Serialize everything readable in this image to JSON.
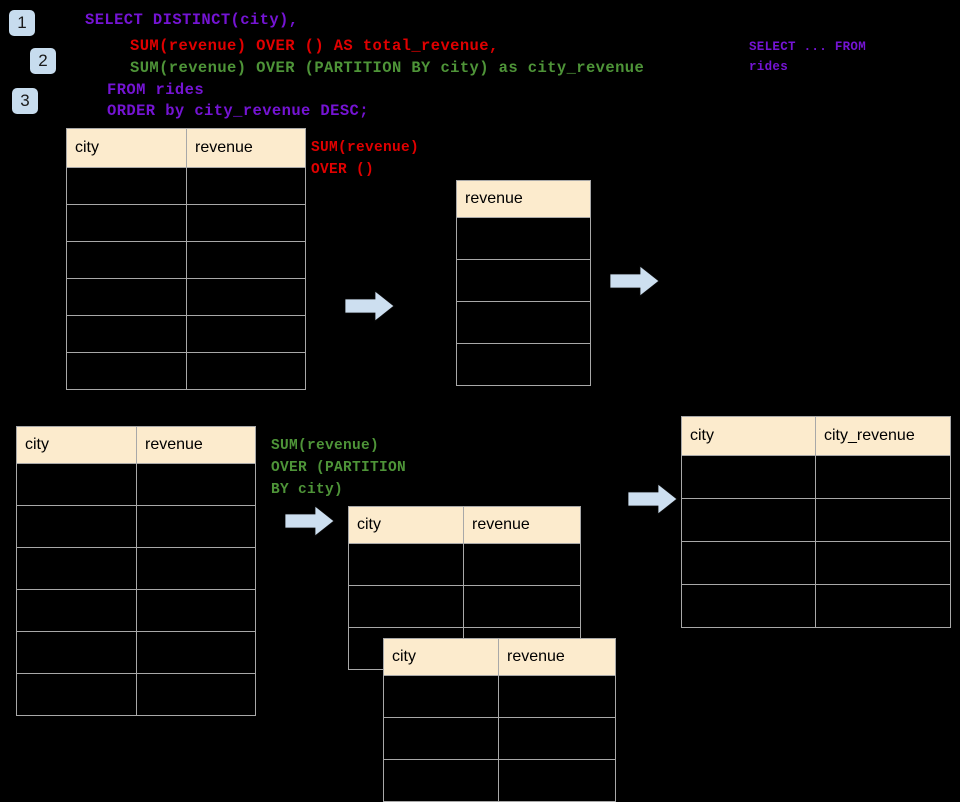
{
  "background_color": "#000000",
  "theme": {
    "header_fill": "#fcebcd",
    "cell_fill": "#000000",
    "grid_line": "#a8a8a8",
    "badge_fill": "#c7dcee",
    "arrow_fill": "#cddff0",
    "arrow_stroke": "#000000",
    "code_purple": "#7514d4",
    "code_red": "#e00000",
    "code_green": "#4e9438"
  },
  "badges": [
    {
      "label": "1"
    },
    {
      "label": "2"
    },
    {
      "label": "3"
    }
  ],
  "query": {
    "lines": [
      {
        "text": "SELECT DISTINCT(city),",
        "color_name": "purple"
      },
      {
        "text": "SUM(revenue) OVER () AS total_revenue,",
        "color_name": "red"
      },
      {
        "text": "SUM(revenue) OVER (PARTITION BY city) as city_revenue",
        "color_name": "green"
      },
      {
        "text": "FROM rides",
        "color_name": "purple"
      },
      {
        "text": "ORDER by city_revenue DESC;",
        "color_name": "purple"
      }
    ]
  },
  "side_note": {
    "lines": [
      "SELECT ... FROM",
      "rides"
    ],
    "color_name": "purple"
  },
  "annotations": {
    "total_revenue": {
      "lines": [
        "SUM(revenue)",
        "OVER ()"
      ],
      "color_name": "red"
    },
    "city_revenue": {
      "lines": [
        "SUM(revenue)",
        "OVER (PARTITION",
        "BY city)"
      ],
      "color_name": "green"
    }
  },
  "tables": {
    "source_top": {
      "headers": [
        "city",
        "revenue"
      ],
      "row_count": 6,
      "rows": [
        [
          "",
          ""
        ],
        [
          "",
          ""
        ],
        [
          "",
          ""
        ],
        [
          "",
          ""
        ],
        [
          "",
          ""
        ],
        [
          "",
          ""
        ]
      ]
    },
    "total_revenue_result": {
      "headers": [
        "revenue"
      ],
      "row_count": 4,
      "rows": [
        [
          ""
        ],
        [
          ""
        ],
        [
          ""
        ],
        [
          ""
        ]
      ]
    },
    "source_bottom": {
      "headers": [
        "city",
        "revenue"
      ],
      "row_count": 6,
      "rows": [
        [
          "",
          ""
        ],
        [
          "",
          ""
        ],
        [
          "",
          ""
        ],
        [
          "",
          ""
        ],
        [
          "",
          ""
        ],
        [
          "",
          ""
        ]
      ]
    },
    "partition_back": {
      "headers": [
        "city",
        "revenue"
      ],
      "row_count": 3,
      "rows": [
        [
          "",
          ""
        ],
        [
          "",
          ""
        ],
        [
          "",
          ""
        ]
      ]
    },
    "partition_front": {
      "headers": [
        "city",
        "revenue"
      ],
      "row_count": 3,
      "rows": [
        [
          "",
          ""
        ],
        [
          "",
          ""
        ],
        [
          "",
          ""
        ]
      ]
    },
    "final_result": {
      "headers": [
        "city",
        "city_revenue"
      ],
      "row_count": 4,
      "rows": [
        [
          "",
          ""
        ],
        [
          "",
          ""
        ],
        [
          "",
          ""
        ],
        [
          "",
          ""
        ]
      ]
    }
  },
  "arrows": [
    {
      "name": "arrow-source-to-total"
    },
    {
      "name": "arrow-total-to-final"
    },
    {
      "name": "arrow-source-to-partition"
    },
    {
      "name": "arrow-partition-to-final"
    }
  ]
}
